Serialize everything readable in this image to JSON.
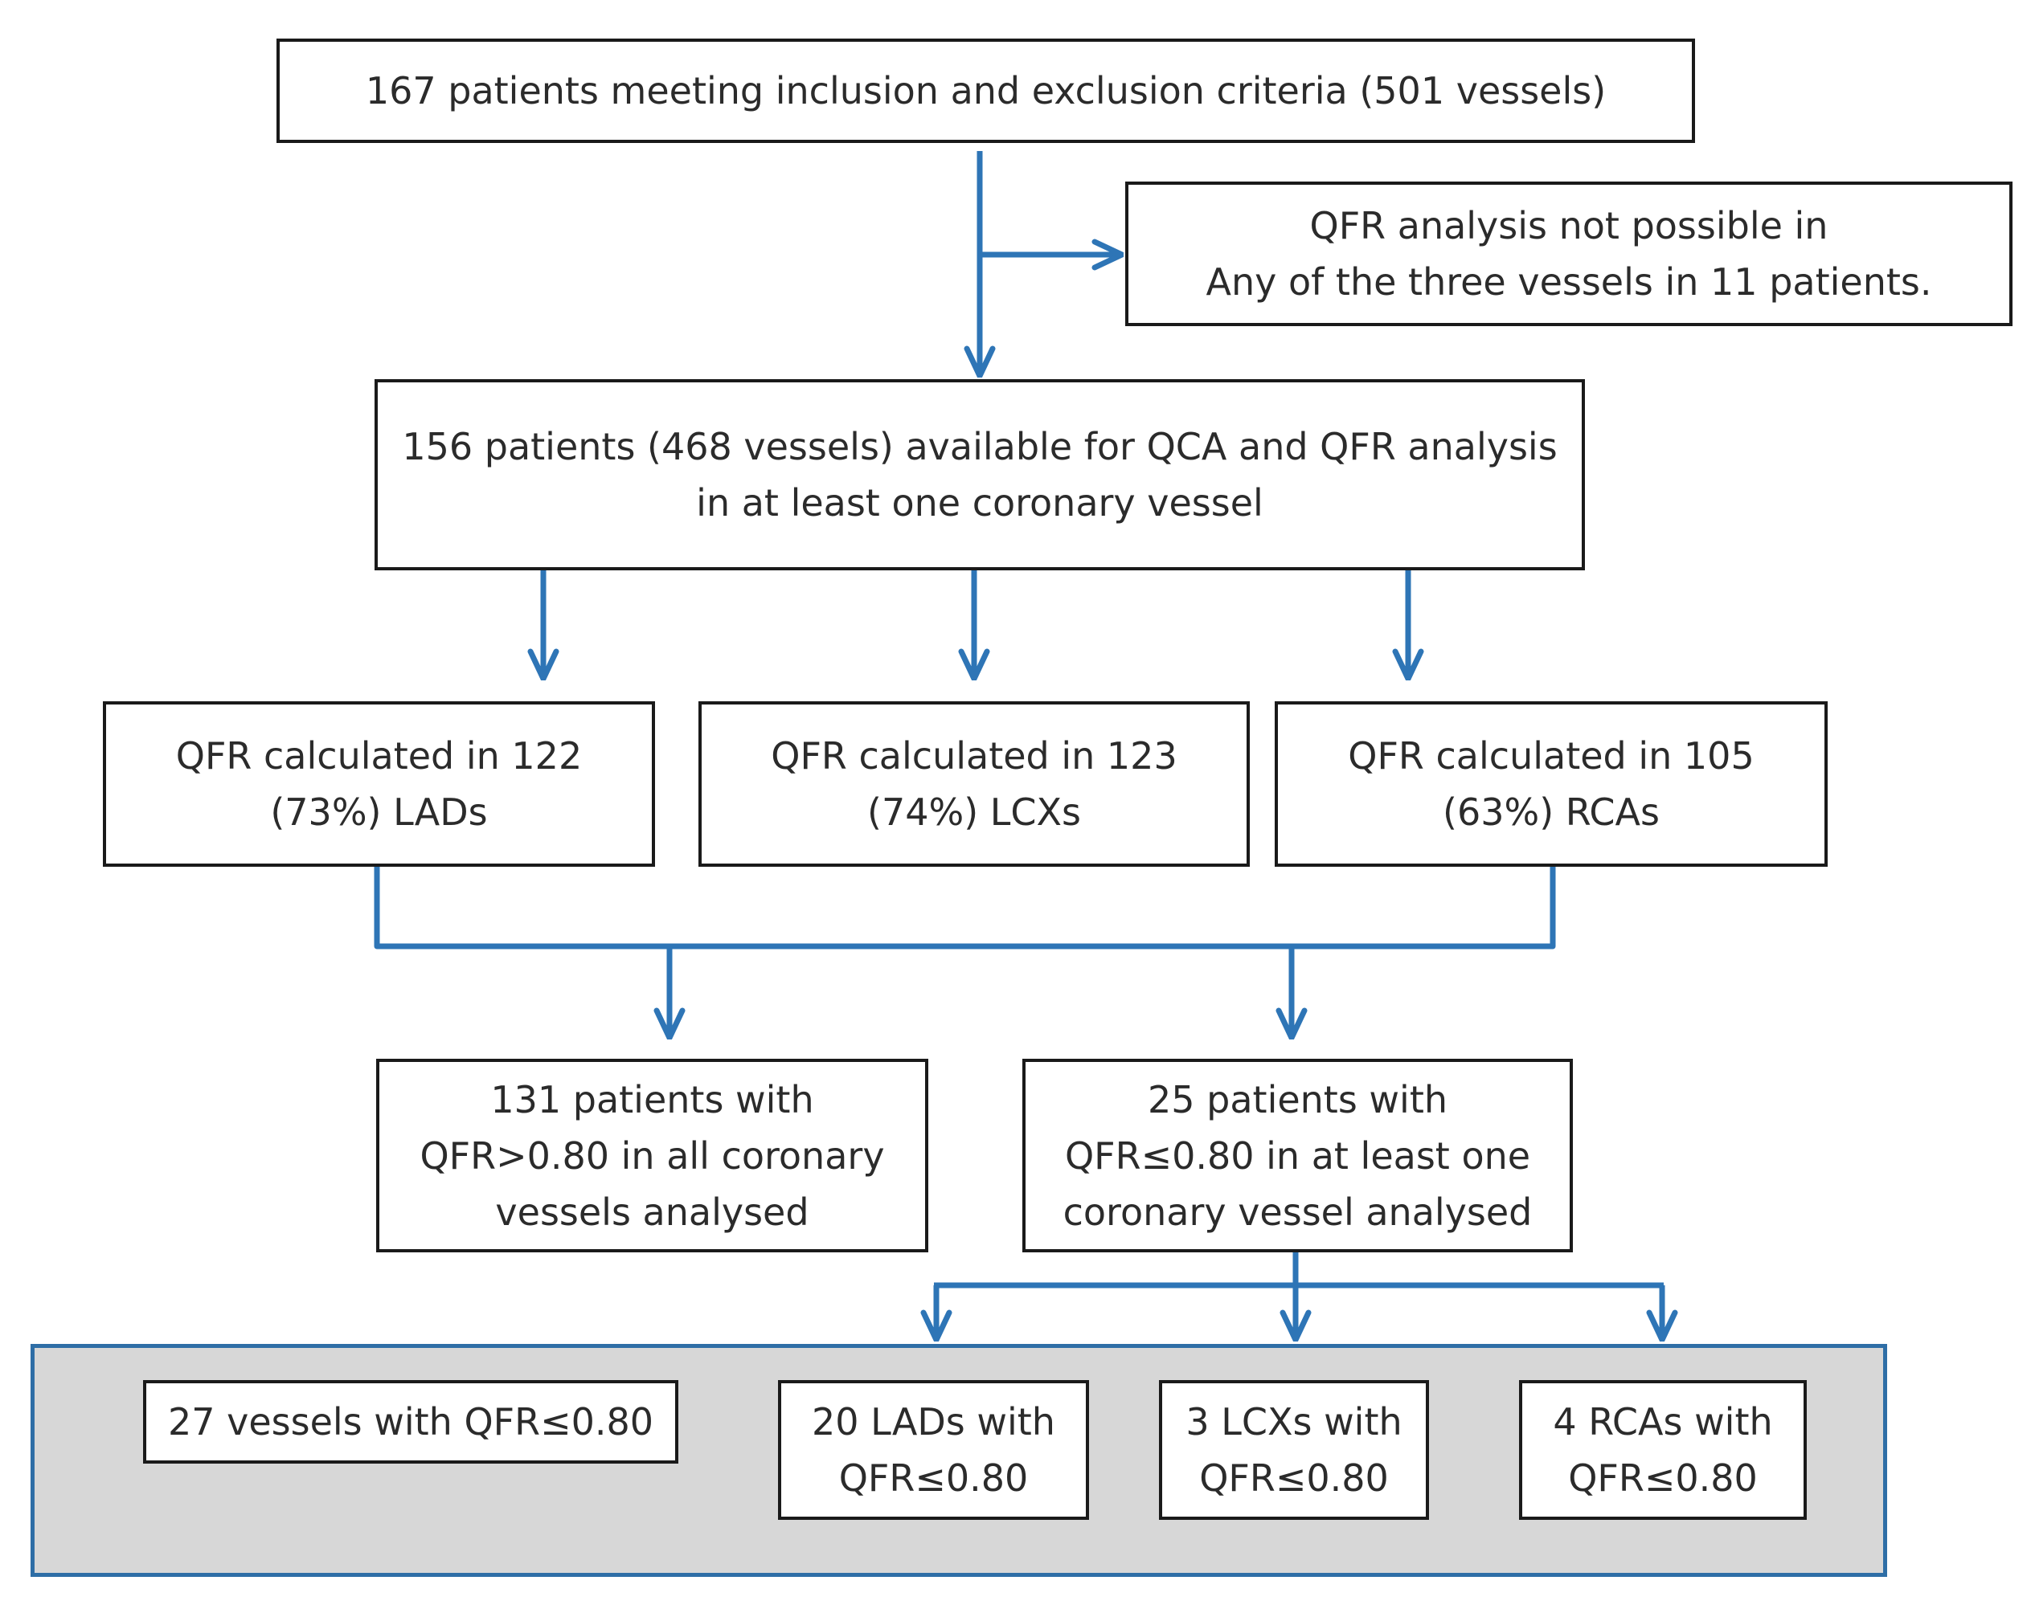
{
  "colors": {
    "connector": "#2e75b6",
    "panel_fill": "#d7d7d7",
    "panel_border": "#2e6ea6",
    "box_border": "#1a1a1a",
    "text": "#2b2b2b"
  },
  "nodes": {
    "start": {
      "lines": [
        "167 patients meeting inclusion and exclusion criteria (501 vessels)"
      ]
    },
    "excluded": {
      "lines": [
        "QFR analysis not possible in",
        "Any of the three vessels in 11 patients."
      ]
    },
    "available": {
      "lines": [
        "156 patients (468 vessels) available for QCA and QFR analysis",
        "in at least one coronary vessel"
      ]
    },
    "lad_calc": {
      "lines": [
        "QFR calculated in 122",
        "(73%) LADs"
      ]
    },
    "lcx_calc": {
      "lines": [
        "QFR calculated in 123",
        "(74%) LCXs"
      ]
    },
    "rca_calc": {
      "lines": [
        "QFR calculated in 105",
        "(63%) RCAs"
      ]
    },
    "qfr_normal": {
      "lines": [
        "131 patients with",
        "QFR>0.80 in all coronary",
        "vessels analysed"
      ]
    },
    "qfr_abnormal": {
      "lines": [
        "25 patients with",
        "QFR≤0.80 in at least one",
        "coronary vessel analysed"
      ]
    },
    "vessels_total": {
      "lines": [
        "27 vessels with QFR≤0.80"
      ]
    },
    "lad_low": {
      "lines": [
        "20 LADs with",
        "QFR≤0.80"
      ]
    },
    "lcx_low": {
      "lines": [
        "3 LCXs with",
        "QFR≤0.80"
      ]
    },
    "rca_low": {
      "lines": [
        "4 RCAs with",
        "QFR≤0.80"
      ]
    }
  }
}
